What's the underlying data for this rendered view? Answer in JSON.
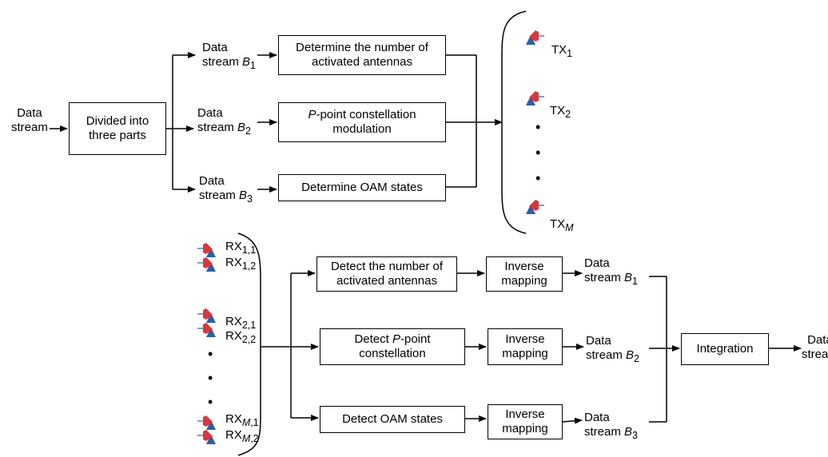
{
  "transmitter": {
    "input": [
      "Data",
      "stream"
    ],
    "splitter": [
      "Divided into",
      "three parts"
    ],
    "streams": [
      {
        "line1": "Data",
        "line2": "stream ",
        "var": "B",
        "sub": "1",
        "block": [
          "Determine the number of",
          "activated antennas"
        ]
      },
      {
        "line1": "Data",
        "line2": "stream ",
        "var": "B",
        "sub": "2",
        "block_pre": "P",
        "block": [
          "-point constellation",
          "modulation"
        ]
      },
      {
        "line1": "Data",
        "line2": "stream ",
        "var": "B",
        "sub": "3",
        "block": [
          "Determine OAM states"
        ]
      }
    ],
    "antennas": [
      {
        "base": "TX",
        "sub": "1"
      },
      {
        "base": "TX",
        "sub": "2"
      },
      {
        "base": "TX",
        "sub": "M",
        "sub_italic": true
      }
    ],
    "antenna_icon": "horn-antenna-icon"
  },
  "receiver": {
    "antennas": [
      {
        "base": "RX",
        "sub": "1,1"
      },
      {
        "base": "RX",
        "sub": "1,2"
      },
      {
        "base": "RX",
        "sub": "2,1"
      },
      {
        "base": "RX",
        "sub": "2,2"
      },
      {
        "base": "RX",
        "sub": "M",
        "sub_tail": ",1"
      },
      {
        "base": "RX",
        "sub": "M",
        "sub_tail": ",2"
      }
    ],
    "detectors": [
      [
        "Detect the number of",
        "activated antennas"
      ],
      {
        "pre": "Detect ",
        "var": "P",
        "post": "-point",
        "line2": "constellation"
      },
      [
        "Detect OAM states"
      ]
    ],
    "inverse": [
      "Inverse",
      "mapping"
    ],
    "outputs": [
      {
        "line1": "Data",
        "line2": "stream ",
        "var": "B",
        "sub": "1"
      },
      {
        "line1": "Data",
        "line2": "stream ",
        "var": "B",
        "sub": "2"
      },
      {
        "line1": "Data",
        "line2": "stream ",
        "var": "B",
        "sub": "3"
      }
    ],
    "integration": "Integration",
    "final_output": [
      "Data",
      "stream"
    ]
  },
  "colors": {
    "line": "#000000",
    "antenna_red": "#d9363e",
    "antenna_blue": "#2f5f9e"
  }
}
